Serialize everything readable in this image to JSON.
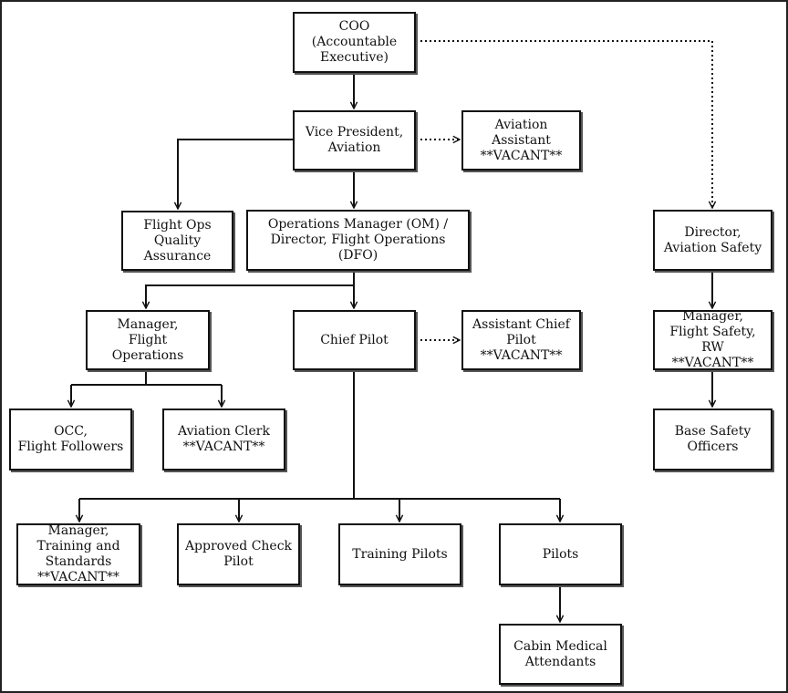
{
  "org": {
    "coo": "COO\n(Accountable\nExecutive)",
    "vp": "Vice President,\nAviation",
    "aviation_assistant": "Aviation\nAssistant\n**VACANT**",
    "flight_ops_qa": "Flight Ops\nQuality\nAssurance",
    "ops_manager": "Operations Manager (OM) /\nDirector, Flight Operations (DFO)",
    "director_safety": "Director,\nAviation Safety",
    "manager_flight_ops": "Manager,\nFlight Operations",
    "chief_pilot": "Chief Pilot",
    "assistant_chief_pilot": "Assistant Chief\nPilot\n**VACANT**",
    "manager_flight_safety": "Manager,\nFlight Safety, RW\n**VACANT**",
    "occ": "OCC,\nFlight Followers",
    "aviation_clerk": "Aviation Clerk\n**VACANT**",
    "base_safety": "Base Safety\nOfficers",
    "manager_training": "Manager,\nTraining and\nStandards\n**VACANT**",
    "check_pilot": "Approved Check\nPilot",
    "training_pilots": "Training Pilots",
    "pilots": "Pilots",
    "cabin_medical": "Cabin Medical\nAttendants"
  }
}
